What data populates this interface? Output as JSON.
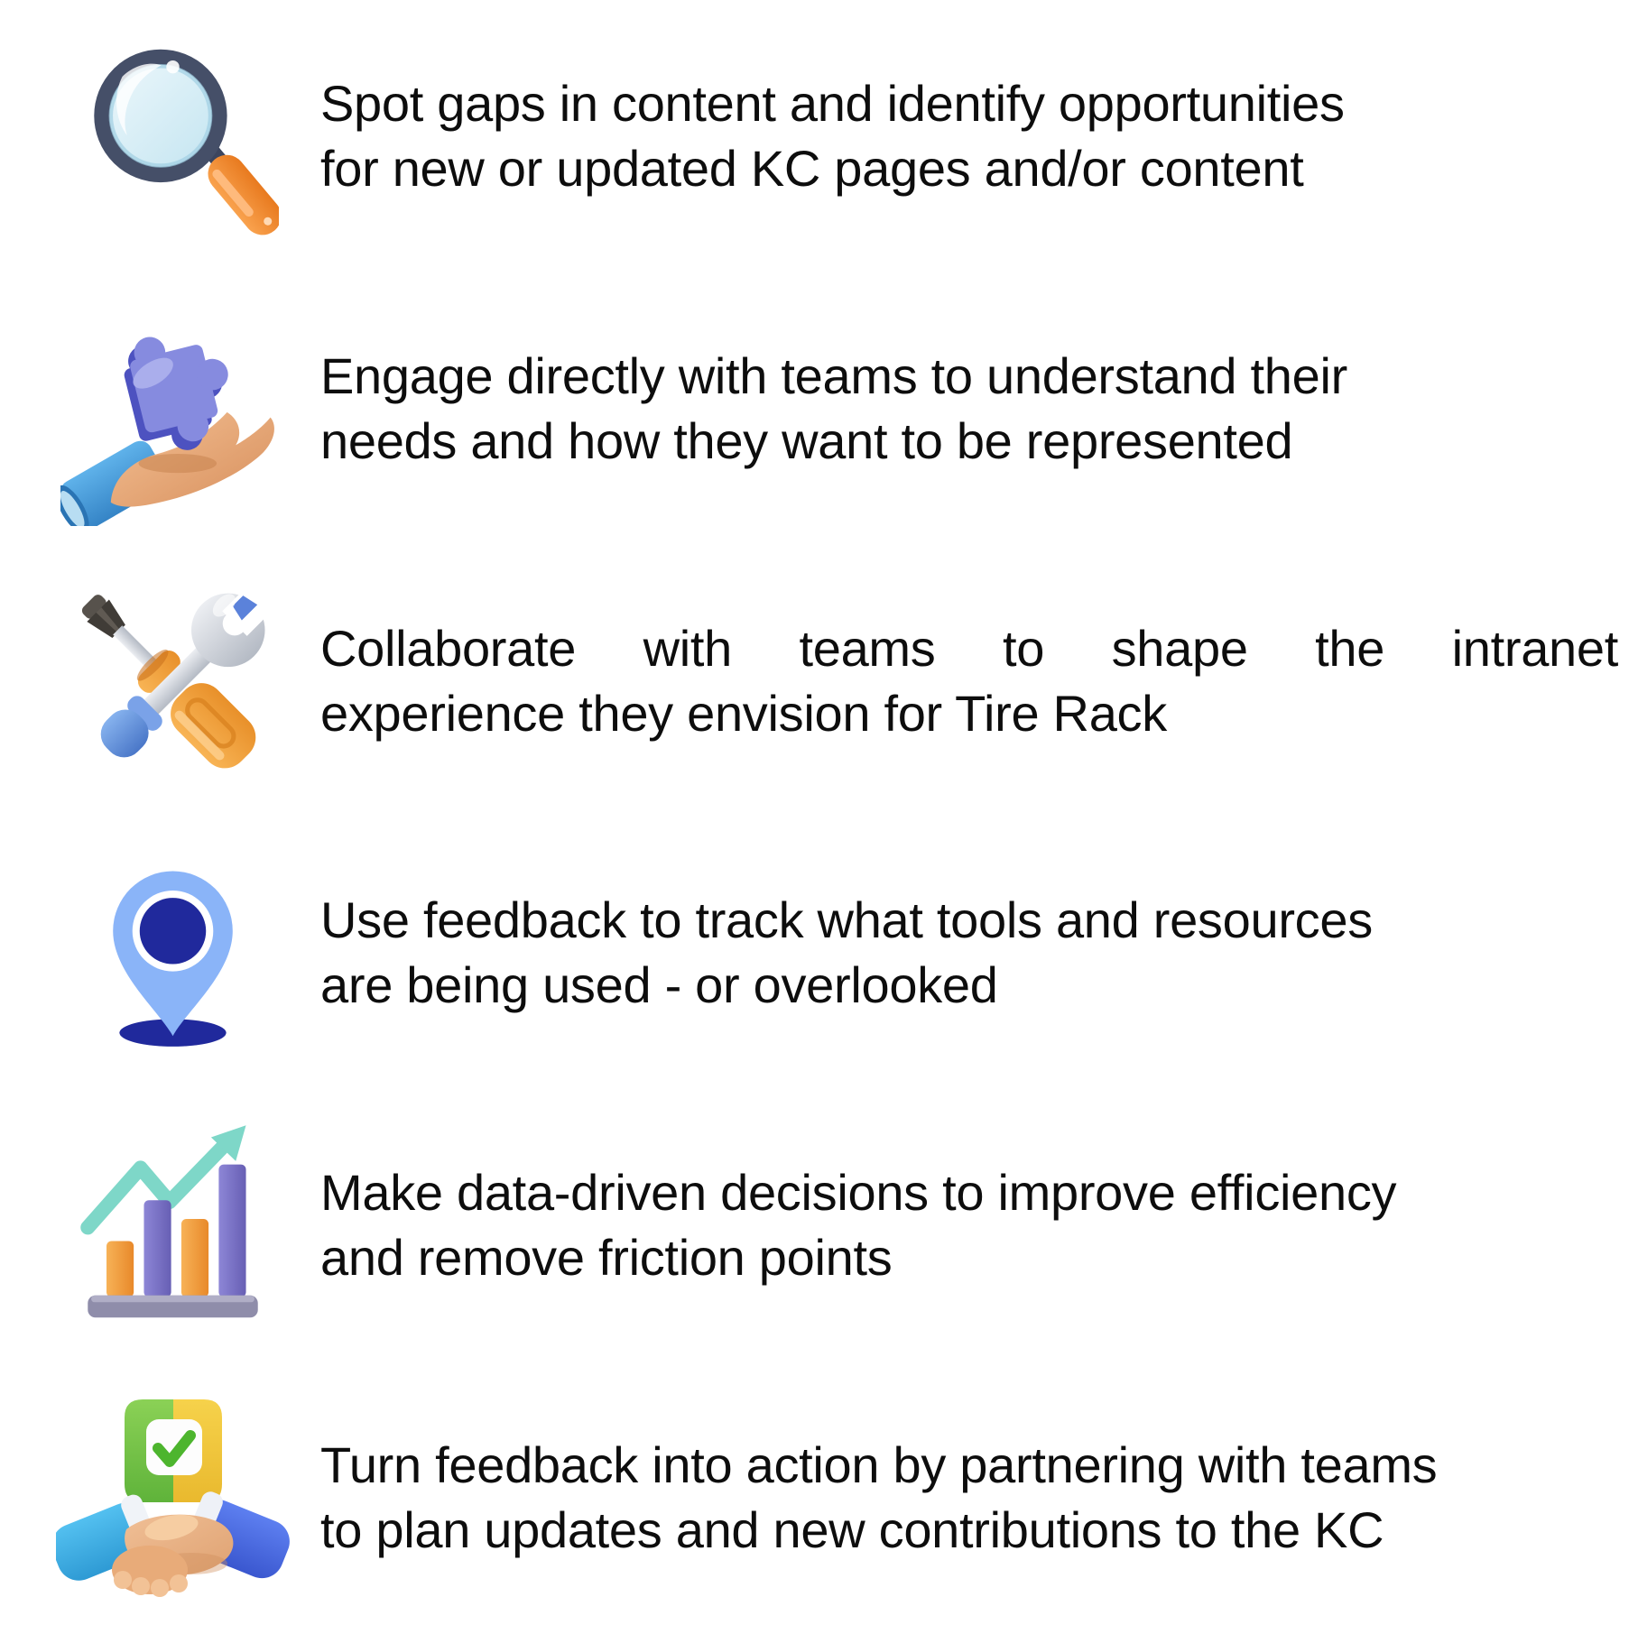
{
  "page": {
    "background": "#ffffff",
    "text_color": "#0d0d0d"
  },
  "items": [
    {
      "icon": "magnifier-icon",
      "lines": [
        "Spot gaps in content and identify opportunities",
        "for new or updated KC pages and/or content"
      ]
    },
    {
      "icon": "hand-holding-puzzle-icon",
      "lines": [
        "Engage directly with teams to understand their",
        "needs and how they want to be represented"
      ]
    },
    {
      "icon": "tools-icon",
      "lines": [
        "Collaborate with teams to shape the intranet",
        "experience they envision for Tire Rack"
      ]
    },
    {
      "icon": "location-pin-icon",
      "lines": [
        "Use feedback to track what tools and resources",
        "are being used - or overlooked"
      ]
    },
    {
      "icon": "bar-chart-growth-icon",
      "lines": [
        "Make data-driven decisions to improve efficiency",
        "and remove friction points"
      ]
    },
    {
      "icon": "handshake-agreement-icon",
      "lines": [
        "Turn feedback into action by partnering with teams",
        "to plan updates and new contributions to the KC"
      ]
    }
  ],
  "palette": {
    "magnifier_rim": "#454f68",
    "magnifier_lens": "#cfe8f4",
    "magnifier_handle": "#ee7d2c",
    "puzzle_purple": "#868bdf",
    "hand_skin": "#e2a677",
    "sleeve_blue": "#4a9fe0",
    "metal_silver": "#d5d8de",
    "screwdriver_orange": "#f0a038",
    "grip_blue": "#7aa2e8",
    "pin_body": "#8ab4f8",
    "pin_dot": "#20299c",
    "chart_teal": "#7ed7c8",
    "chart_orange": "#f09c3e",
    "chart_purple": "#7a74c8",
    "chart_base": "#8f8daa",
    "check_green": "#4db52e",
    "square_green": "#7cc94e",
    "square_yellow": "#f0c63e",
    "sleeve_light_blue": "#3fb0e8",
    "sleeve_indigo": "#4667e0"
  }
}
